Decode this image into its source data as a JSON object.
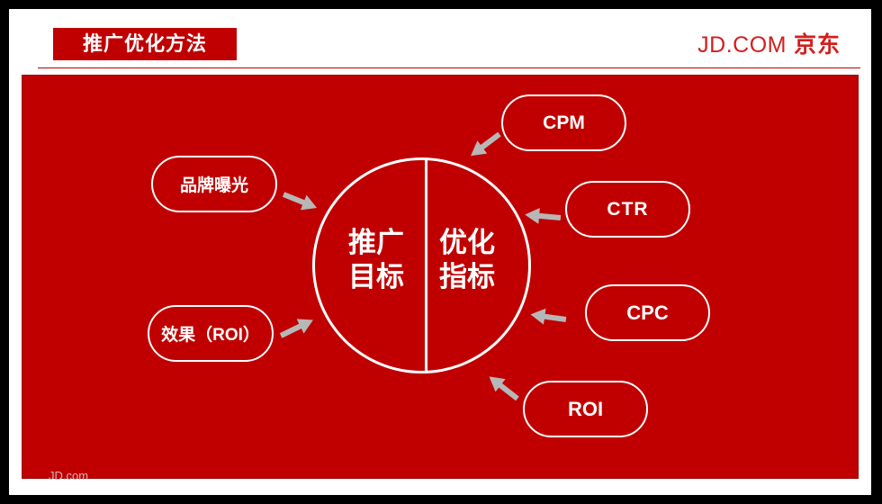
{
  "title": "推广优化方法",
  "logo": {
    "latin": "JD.COM",
    "chinese": "京东"
  },
  "footer": "JD.com",
  "center": {
    "left_top": "推广",
    "left_bottom": "目标",
    "right_top": "优化",
    "right_bottom": "指标"
  },
  "goals": [
    "品牌曝光",
    "效果（ROI）"
  ],
  "metrics": [
    "CPM",
    "CTR",
    "CPC",
    "ROI"
  ],
  "colors": {
    "brand_red": "#c00000",
    "logo_red": "#d21f1f",
    "arrow_gray": "#b7b7b7",
    "line_white": "#ffffff"
  }
}
